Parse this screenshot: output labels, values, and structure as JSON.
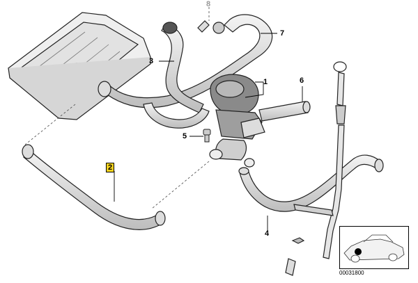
{
  "diagram": {
    "part_labels": [
      "1",
      "2",
      "3",
      "4",
      "5",
      "6",
      "7",
      "8"
    ],
    "highlighted_part": "2",
    "document_number": "00031800"
  }
}
